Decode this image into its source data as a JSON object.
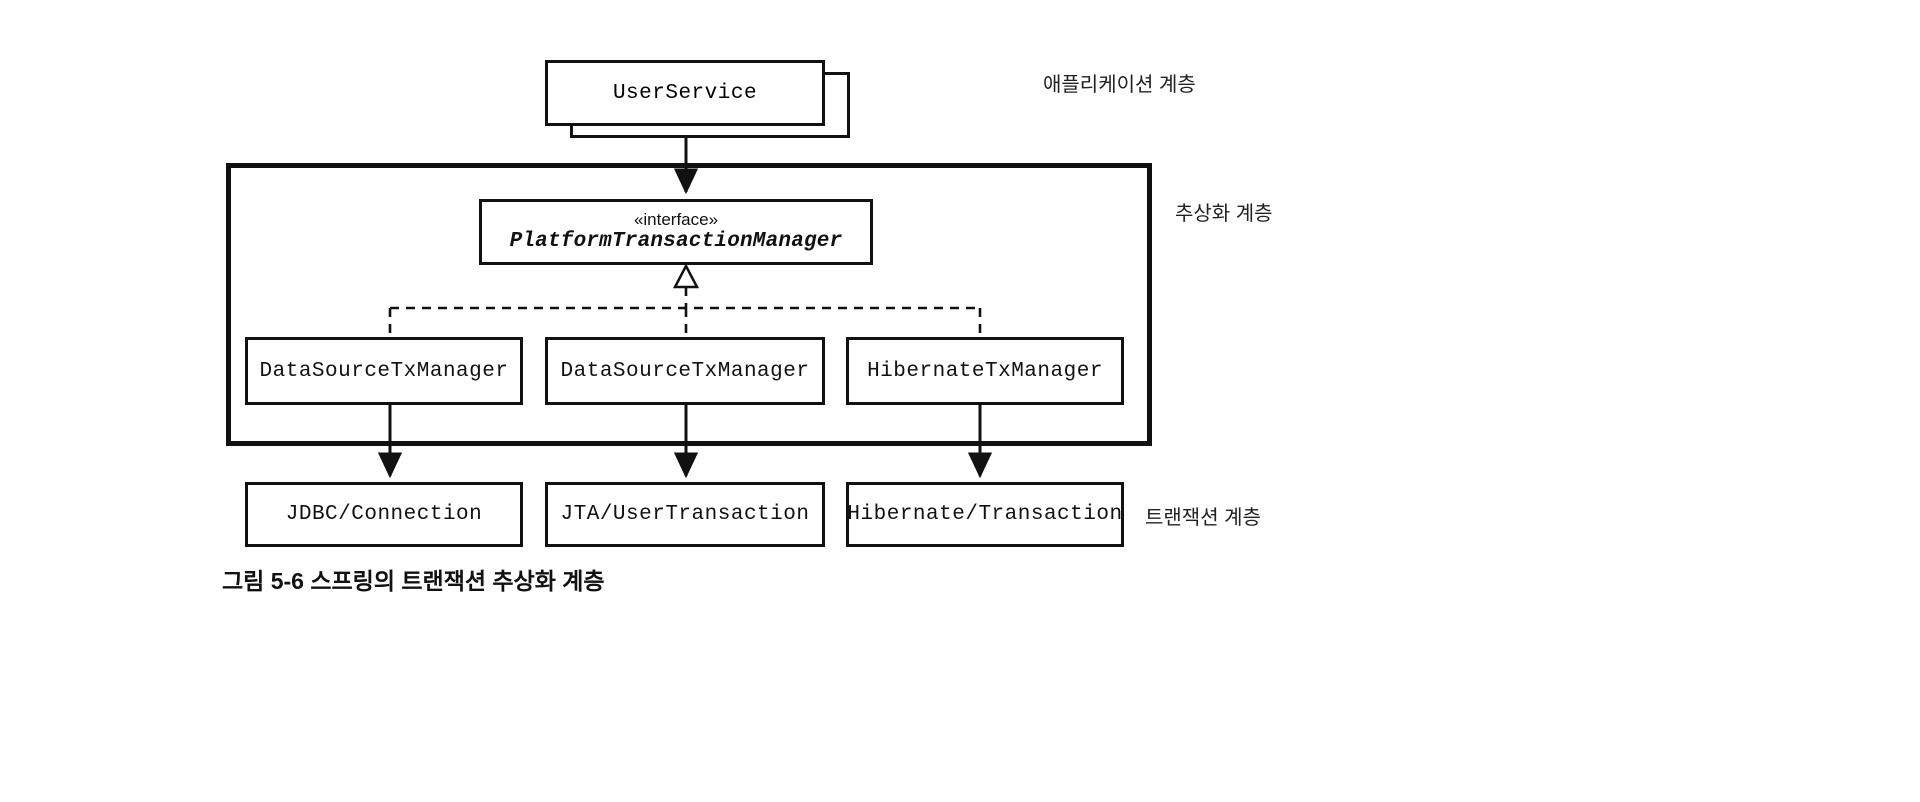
{
  "figure": {
    "caption": "그림 5-6 스프링의 트랜잭션 추상화 계층",
    "background_color": "#ffffff",
    "line_color": "#111111"
  },
  "application_layer": {
    "label": "애플리케이션 계층",
    "node": {
      "name": "UserService",
      "shape": "stacked-box"
    }
  },
  "abstraction_layer": {
    "label": "추상화 계층",
    "interface": {
      "stereotype": "«interface»",
      "name": "PlatformTransactionManager"
    },
    "implementations": [
      {
        "name": "DataSourceTxManager"
      },
      {
        "name": "DataSourceTxManager"
      },
      {
        "name": "HibernateTxManager"
      }
    ]
  },
  "transaction_layer": {
    "label": "트랜잭션 계층",
    "resources": [
      {
        "name": "JDBC/Connection"
      },
      {
        "name": "JTA/UserTransaction"
      },
      {
        "name": "Hibernate/Transaction"
      }
    ]
  },
  "connections": {
    "dependency_arrow": "UserService → PlatformTransactionManager",
    "realization": "DataSourceTxManager / DataSourceTxManager / HibernateTxManager ⊳ PlatformTransactionManager",
    "resource_arrows": [
      "DataSourceTxManager → JDBC/Connection",
      "DataSourceTxManager → JTA/UserTransaction",
      "HibernateTxManager → Hibernate/Transaction"
    ]
  }
}
